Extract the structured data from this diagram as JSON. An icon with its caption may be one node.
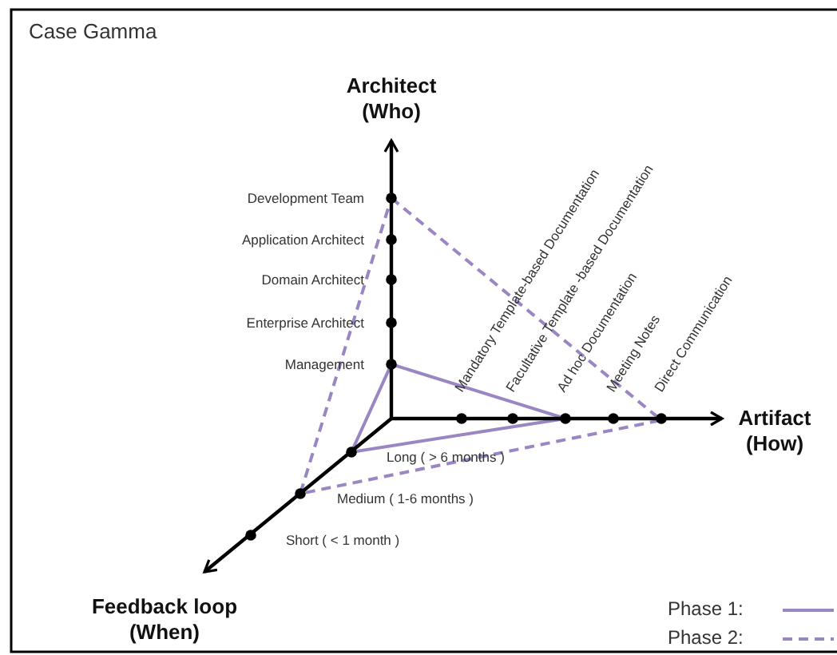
{
  "diagram": {
    "title": "Case Gamma",
    "labels": [
      "Architect (Who)",
      "Development Team",
      "Application Architect",
      "Domain Architect",
      "Enterprise Architect",
      "Management",
      "Mandatory Template-based Documentation",
      "Facultative Template -based Documentation",
      "Ad hoc Documentation",
      "Meeting Notes",
      "Direct Communication",
      "Artifact (How)",
      "Long ( > 6 months )",
      "Medium ( 1-6 months )",
      "Short ( < 1 month )",
      "Feedback loop (When)"
    ],
    "legend": [
      {
        "text": "Phase 1:"
      },
      {
        "text": "Phase 2:"
      }
    ]
  }
}
